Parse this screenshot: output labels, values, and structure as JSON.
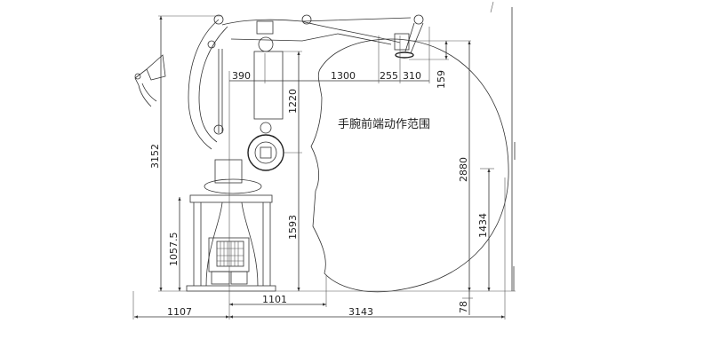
{
  "title_annotation": "手腕前端动作范围",
  "dimensions": {
    "overall_height": "3152",
    "base_height": "1057.5",
    "rear_length": "1107",
    "reach_length": "3143",
    "front_offset": "1101",
    "lower_height": "1593",
    "arm_height": "1220",
    "envelope_height": "2880",
    "envelope_lower": "1434",
    "below_floor": "78",
    "wrist_offset_vertical": "159",
    "offset_390": "390",
    "arm_1300": "1300",
    "wrist_255": "255",
    "wrist_310": "310"
  },
  "colors": {
    "line": "#333333",
    "background": "#ffffff"
  }
}
